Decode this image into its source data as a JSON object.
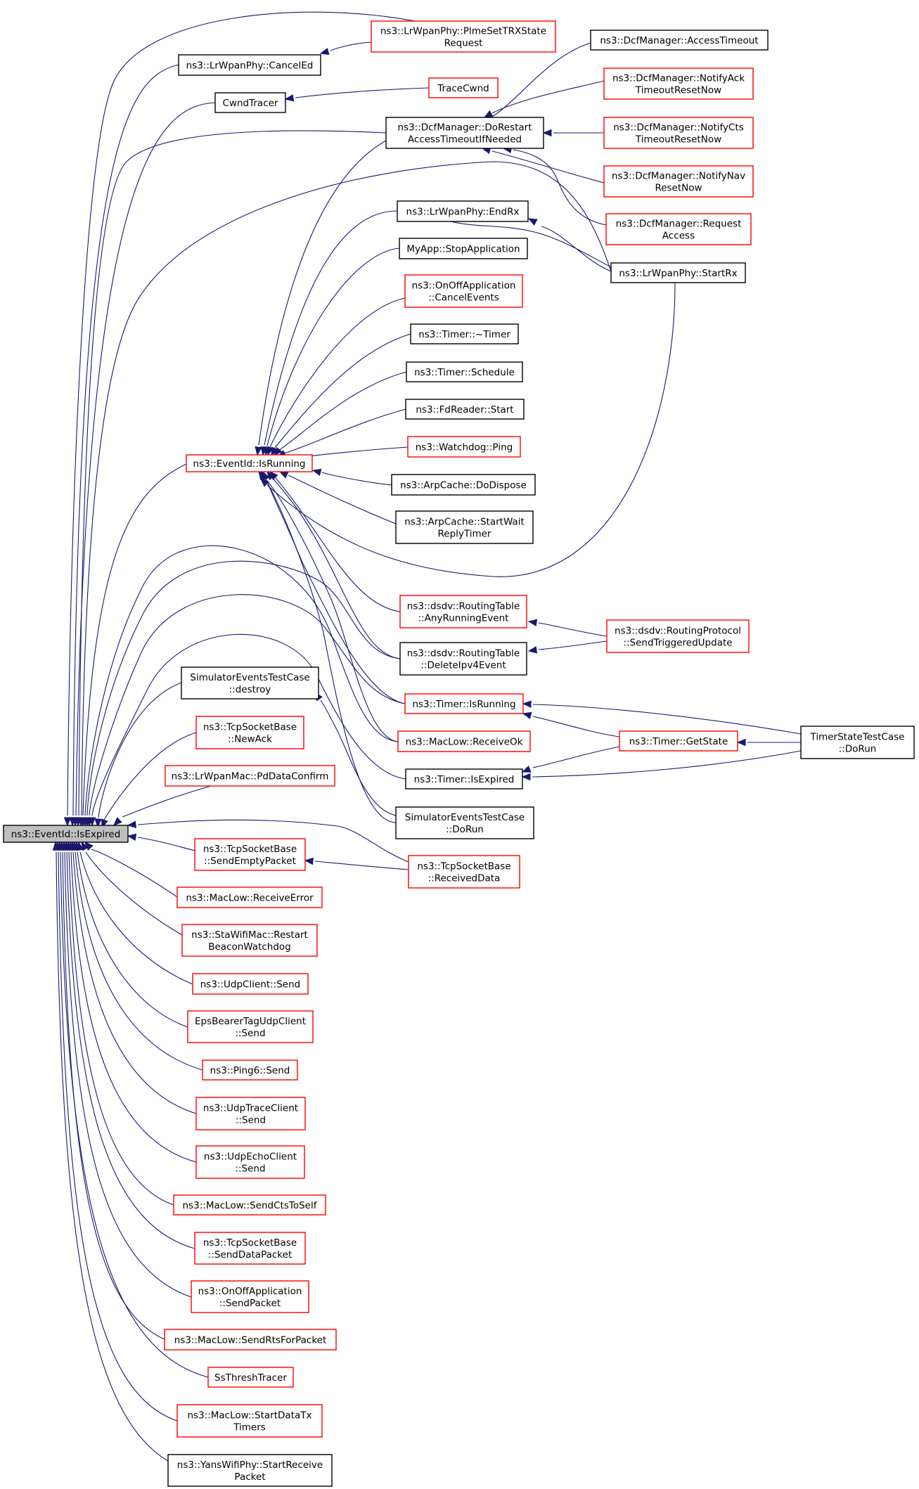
{
  "colors": {
    "edge": "#191970",
    "border_documented": "#000000",
    "border_undocumented": "#ff0000",
    "root_fill": "#bfbfbf",
    "node_fill": "#ffffff"
  },
  "nodes": [
    {
      "id": "root",
      "lines": [
        "ns3::EventId::IsExpired"
      ],
      "style": "root"
    },
    {
      "id": "plmeset",
      "lines": [
        "ns3::LrWpanPhy::PlmeSetTRXState",
        "Request"
      ],
      "style": "red"
    },
    {
      "id": "canceled",
      "lines": [
        "ns3::LrWpanPhy::CancelEd"
      ],
      "style": "black"
    },
    {
      "id": "cwndtracer",
      "lines": [
        "CwndTracer"
      ],
      "style": "black"
    },
    {
      "id": "tracecwnd",
      "lines": [
        "TraceCwnd"
      ],
      "style": "red"
    },
    {
      "id": "dorestart",
      "lines": [
        "ns3::DcfManager::DoRestart",
        "AccessTimeoutIfNeeded"
      ],
      "style": "black"
    },
    {
      "id": "accesstimeout",
      "lines": [
        "ns3::DcfManager::AccessTimeout"
      ],
      "style": "black"
    },
    {
      "id": "notifyack",
      "lines": [
        "ns3::DcfManager::NotifyAck",
        "TimeoutResetNow"
      ],
      "style": "red"
    },
    {
      "id": "notifycts",
      "lines": [
        "ns3::DcfManager::NotifyCts",
        "TimeoutResetNow"
      ],
      "style": "red"
    },
    {
      "id": "notifynav",
      "lines": [
        "ns3::DcfManager::NotifyNav",
        "ResetNow"
      ],
      "style": "red"
    },
    {
      "id": "requestaccess",
      "lines": [
        "ns3::DcfManager::Request",
        "Access"
      ],
      "style": "red"
    },
    {
      "id": "endrx",
      "lines": [
        "ns3::LrWpanPhy::EndRx"
      ],
      "style": "black"
    },
    {
      "id": "startrx",
      "lines": [
        "ns3::LrWpanPhy::StartRx"
      ],
      "style": "black"
    },
    {
      "id": "stopapp",
      "lines": [
        "MyApp::StopApplication"
      ],
      "style": "black"
    },
    {
      "id": "onoffcancel",
      "lines": [
        "ns3::OnOffApplication",
        "::CancelEvents"
      ],
      "style": "red"
    },
    {
      "id": "timerdtor",
      "lines": [
        "ns3::Timer::~Timer"
      ],
      "style": "black"
    },
    {
      "id": "timersched",
      "lines": [
        "ns3::Timer::Schedule"
      ],
      "style": "black"
    },
    {
      "id": "fdreader",
      "lines": [
        "ns3::FdReader::Start"
      ],
      "style": "black"
    },
    {
      "id": "watchdog",
      "lines": [
        "ns3::Watchdog::Ping"
      ],
      "style": "red"
    },
    {
      "id": "isrunning",
      "lines": [
        "ns3::EventId::IsRunning"
      ],
      "style": "red"
    },
    {
      "id": "arpdispose",
      "lines": [
        "ns3::ArpCache::DoDispose"
      ],
      "style": "black"
    },
    {
      "id": "arpstartwait",
      "lines": [
        "ns3::ArpCache::StartWait",
        "ReplyTimer"
      ],
      "style": "black"
    },
    {
      "id": "anyrunning",
      "lines": [
        "ns3::dsdv::RoutingTable",
        "::AnyRunningEvent"
      ],
      "style": "red"
    },
    {
      "id": "sendtriggered",
      "lines": [
        "ns3::dsdv::RoutingProtocol",
        "::SendTriggeredUpdate"
      ],
      "style": "red"
    },
    {
      "id": "deleteipv4",
      "lines": [
        "ns3::dsdv::RoutingTable",
        "::DeleteIpv4Event"
      ],
      "style": "black"
    },
    {
      "id": "simdestroy",
      "lines": [
        "SimulatorEventsTestCase",
        "::destroy"
      ],
      "style": "black"
    },
    {
      "id": "timerisrunning",
      "lines": [
        "ns3::Timer::IsRunning"
      ],
      "style": "red"
    },
    {
      "id": "timerstatedorun",
      "lines": [
        "TimerStateTestCase",
        "::DoRun"
      ],
      "style": "black"
    },
    {
      "id": "tcpnewack",
      "lines": [
        "ns3::TcpSocketBase",
        "::NewAck"
      ],
      "style": "red"
    },
    {
      "id": "receiveok",
      "lines": [
        "ns3::MacLow::ReceiveOk"
      ],
      "style": "red"
    },
    {
      "id": "timergetstate",
      "lines": [
        "ns3::Timer::GetState"
      ],
      "style": "red"
    },
    {
      "id": "pddataconfirm",
      "lines": [
        "ns3::LrWpanMac::PdDataConfirm"
      ],
      "style": "red"
    },
    {
      "id": "timerisexpired",
      "lines": [
        "ns3::Timer::IsExpired"
      ],
      "style": "black"
    },
    {
      "id": "simdorun",
      "lines": [
        "SimulatorEventsTestCase",
        "::DoRun"
      ],
      "style": "black"
    },
    {
      "id": "tcpsendempty",
      "lines": [
        "ns3::TcpSocketBase",
        "::SendEmptyPacket"
      ],
      "style": "red"
    },
    {
      "id": "tcpreceived",
      "lines": [
        "ns3::TcpSocketBase",
        "::ReceivedData"
      ],
      "style": "red"
    },
    {
      "id": "receiveerror",
      "lines": [
        "ns3::MacLow::ReceiveError"
      ],
      "style": "red"
    },
    {
      "id": "starestart",
      "lines": [
        "ns3::StaWifiMac::Restart",
        "BeaconWatchdog"
      ],
      "style": "red"
    },
    {
      "id": "udpclient",
      "lines": [
        "ns3::UdpClient::Send"
      ],
      "style": "red"
    },
    {
      "id": "epsbearer",
      "lines": [
        "EpsBearerTagUdpClient",
        "::Send"
      ],
      "style": "red"
    },
    {
      "id": "ping6",
      "lines": [
        "ns3::Ping6::Send"
      ],
      "style": "red"
    },
    {
      "id": "udptrace",
      "lines": [
        "ns3::UdpTraceClient",
        "::Send"
      ],
      "style": "red"
    },
    {
      "id": "udpecho",
      "lines": [
        "ns3::UdpEchoClient",
        "::Send"
      ],
      "style": "red"
    },
    {
      "id": "sendctstoself",
      "lines": [
        "ns3::MacLow::SendCtsToSelf"
      ],
      "style": "red"
    },
    {
      "id": "tcpsenddata",
      "lines": [
        "ns3::TcpSocketBase",
        "::SendDataPacket"
      ],
      "style": "red"
    },
    {
      "id": "onoffsend",
      "lines": [
        "ns3::OnOffApplication",
        "::SendPacket"
      ],
      "style": "red"
    },
    {
      "id": "sendrts",
      "lines": [
        "ns3::MacLow::SendRtsForPacket"
      ],
      "style": "red"
    },
    {
      "id": "ssthresh",
      "lines": [
        "SsThreshTracer"
      ],
      "style": "red"
    },
    {
      "id": "startdatatx",
      "lines": [
        "ns3::MacLow::StartDataTx",
        "Timers"
      ],
      "style": "red"
    },
    {
      "id": "yansstart",
      "lines": [
        "ns3::YansWifiPhy::StartReceive",
        "Packet"
      ],
      "style": "black"
    }
  ]
}
